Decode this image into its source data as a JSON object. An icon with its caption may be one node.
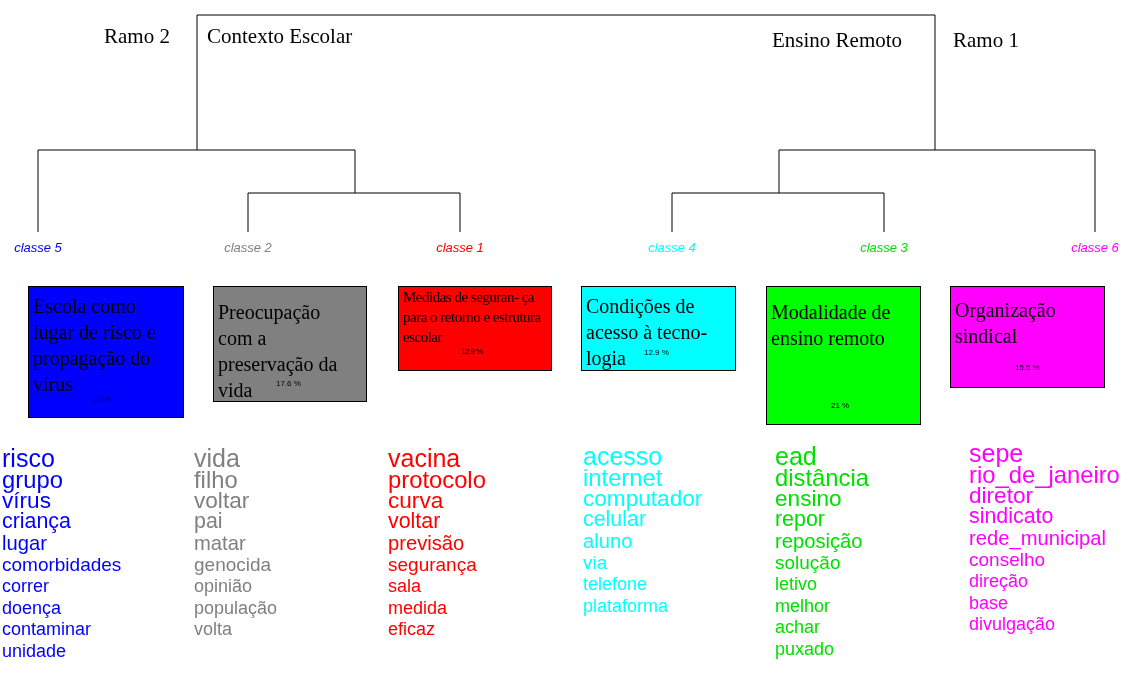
{
  "diagram": {
    "nodes": [
      {
        "text": [
          "Escola como lugar de risco e propagação do vírus",
          "20 %"
        ],
        "beside": [
          "classe 5",
          "risco",
          "grupo",
          "vírus",
          "criança",
          "lugar",
          "comorbidades",
          "correr",
          "doença",
          "contaminar",
          "unidade"
        ]
      },
      {
        "text": [
          "Preocupação com a preservação da vida",
          "17.6 %"
        ],
        "beside": [
          "classe 2",
          "vida",
          "filho",
          "voltar",
          "pai",
          "matar",
          "genocida",
          "opinião",
          "população",
          "volta"
        ]
      },
      {
        "text": [
          "Medidas de seguran- ça para o retorno e estrutura escolar",
          "12.9 %"
        ],
        "beside": [
          "classe 1",
          "vacina",
          "protocolo",
          "curva",
          "voltar",
          "previsão",
          "segurança",
          "sala",
          "medida",
          "eficaz"
        ]
      },
      {
        "text": [
          "Condições de acesso à tecno- logia",
          "12.9 %"
        ],
        "beside": [
          "classe 4",
          "acesso",
          "internet",
          "computador",
          "celular",
          "aluno",
          "via",
          "telefone",
          "plataforma"
        ]
      },
      {
        "text": [
          "Modalidade de ensino remoto",
          "21 %"
        ],
        "beside": [
          "classe 3",
          "ead",
          "distância",
          "ensino",
          "repor",
          "reposição",
          "solução",
          "letivo",
          "melhor",
          "achar",
          "puxado"
        ]
      },
      {
        "text": [
          "Organização sindical",
          "15.5 %"
        ],
        "beside": [
          "classe 6",
          "sepe",
          "rio_de_janeiro",
          "diretor",
          "sindicato",
          "rede_municipal",
          "conselho",
          "direção",
          "base",
          "divulgação"
        ]
      }
    ],
    "labels": [
      "Ramo 2",
      "Contexto Escolar",
      "Ensino Remoto",
      "Ramo 1"
    ]
  }
}
